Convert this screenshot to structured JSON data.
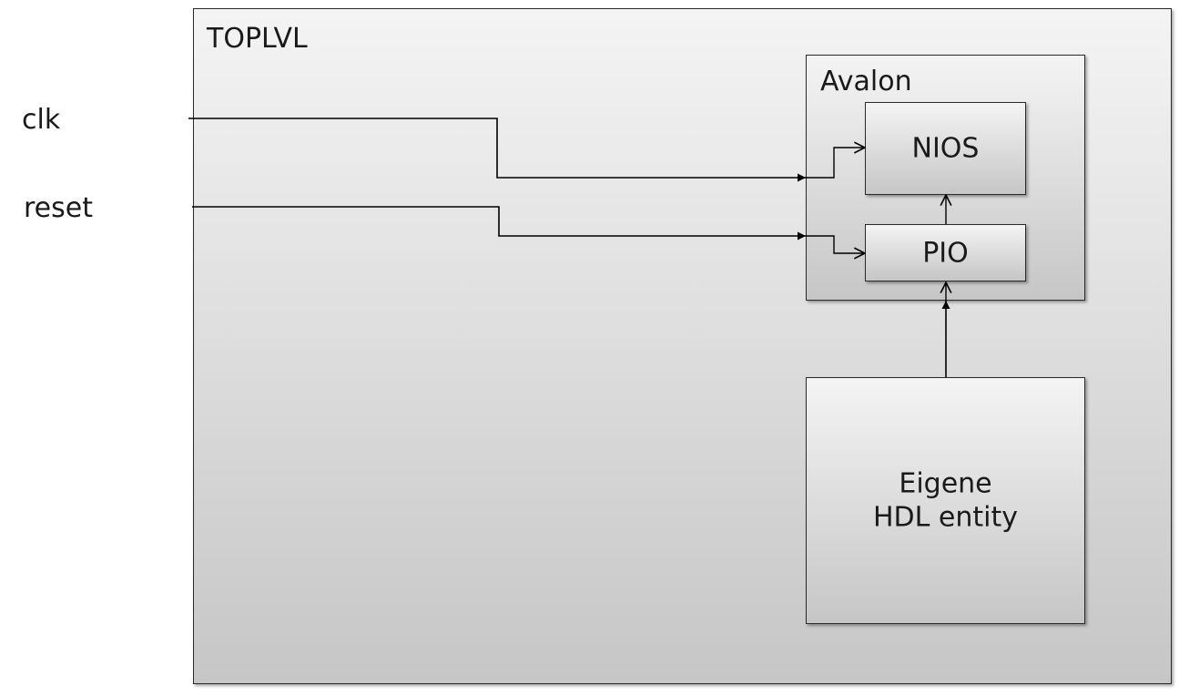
{
  "diagram": {
    "toplvl": {
      "label": "TOPLVL"
    },
    "avalon": {
      "label": "Avalon"
    },
    "nios": {
      "label": "NIOS"
    },
    "pio": {
      "label": "PIO"
    },
    "custom_entity": {
      "label_line1": "Eigene",
      "label_line2": "HDL entity"
    },
    "signals": {
      "clk": "clk",
      "reset": "reset"
    }
  },
  "colors": {
    "line": "#000000",
    "border": "#2a2a2a",
    "fill_top": "#f4f4f4",
    "fill_bottom": "#c6c6c6"
  }
}
